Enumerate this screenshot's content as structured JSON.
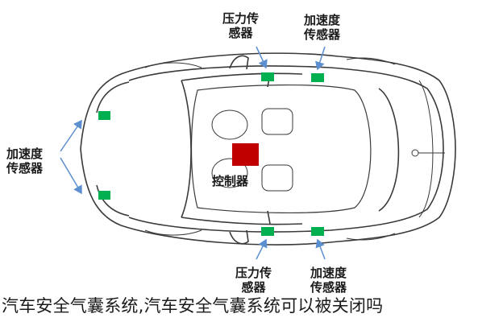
{
  "labels": {
    "pressure_top": "压力传\n感器",
    "accel_top": "加速度\n传感器",
    "accel_left": "加速度\n传感器",
    "controller": "控制器",
    "pressure_bottom": "压力传\n感器",
    "accel_bottom": "加速度\n传感器"
  },
  "caption": "汽车安全气囊系统,汽车安全气囊系统可以被关闭吗",
  "colors": {
    "sensor": "#00b050",
    "controller": "#c00000",
    "arrow": "#5b8fd0",
    "outline": "#3a3a3a"
  }
}
